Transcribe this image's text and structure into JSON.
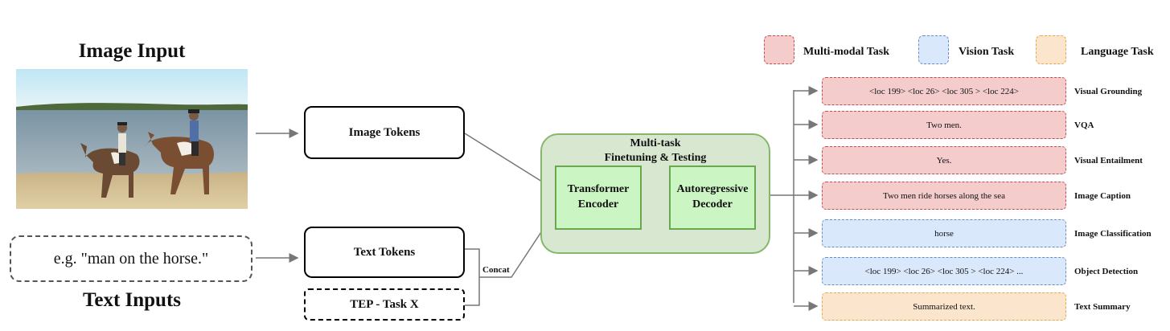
{
  "headings": {
    "image_input": "Image Input",
    "text_inputs": "Text Inputs"
  },
  "text_input_example": "e.g. \"man on the horse.\"",
  "tokens": {
    "image": "Image Tokens",
    "text": "Text Tokens",
    "tep": "TEP - Task X"
  },
  "concat_label": "Concat",
  "model": {
    "title_line1": "Multi-task",
    "title_line2": "Finetuning & Testing",
    "encoder": "Transformer Encoder",
    "decoder": "Autoregressive Decoder"
  },
  "legend": [
    {
      "label": "Multi-modal Task",
      "fill": "#f4cccc",
      "border": "#c0504d"
    },
    {
      "label": "Vision Task",
      "fill": "#dae8fc",
      "border": "#6c8ebf"
    },
    {
      "label": "Language Task",
      "fill": "#fce5cd",
      "border": "#e6a84e"
    }
  ],
  "tasks": [
    {
      "output": "<loc 199>  <loc 26>  <loc 305 > <loc 224>",
      "name": "Visual Grounding",
      "kind": "multimodal"
    },
    {
      "output": "Two men.",
      "name": "VQA",
      "kind": "multimodal"
    },
    {
      "output": "Yes.",
      "name": "Visual Entailment",
      "kind": "multimodal"
    },
    {
      "output": "Two men ride horses along the sea",
      "name": "Image Caption",
      "kind": "multimodal"
    },
    {
      "output": "horse",
      "name": "Image Classification",
      "kind": "vision"
    },
    {
      "output": "<loc 199>  <loc 26>  <loc 305 > <loc 224>  ...",
      "name": "Object Detection",
      "kind": "vision"
    },
    {
      "output": "Summarized text.",
      "name": "Text Summary",
      "kind": "language"
    }
  ],
  "colors": {
    "multimodal": {
      "fill": "#f4cccc",
      "border": "#c0504d"
    },
    "vision": {
      "fill": "#dae8fc",
      "border": "#6c8ebf"
    },
    "language": {
      "fill": "#fce5cd",
      "border": "#e6a84e"
    }
  }
}
